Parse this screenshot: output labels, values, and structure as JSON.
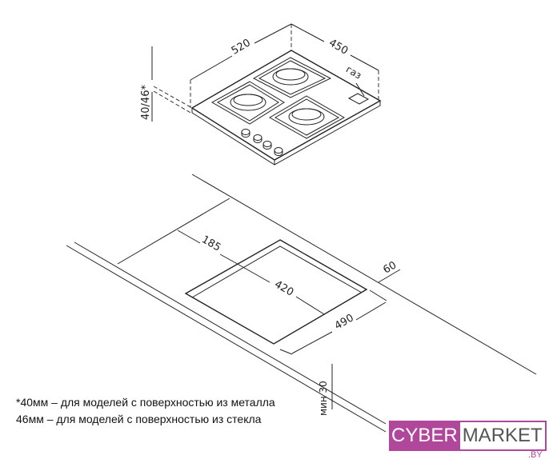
{
  "dimensions": {
    "width": "520",
    "depth": "450",
    "height": "40/46*",
    "gas": "газ",
    "offset_front": "185",
    "cutout_depth": "420",
    "cutout_width": "490",
    "offset_back": "60",
    "min_thickness": "мин 30"
  },
  "notes": [
    "*40мм – для моделей с поверхностью из металла",
    "46мм – для моделей с поверхностью из стекла"
  ],
  "logo": {
    "part1": "CYBER",
    "part2": "MARKET",
    "suffix": ".BY"
  },
  "colors": {
    "brand": "#b1479b"
  }
}
